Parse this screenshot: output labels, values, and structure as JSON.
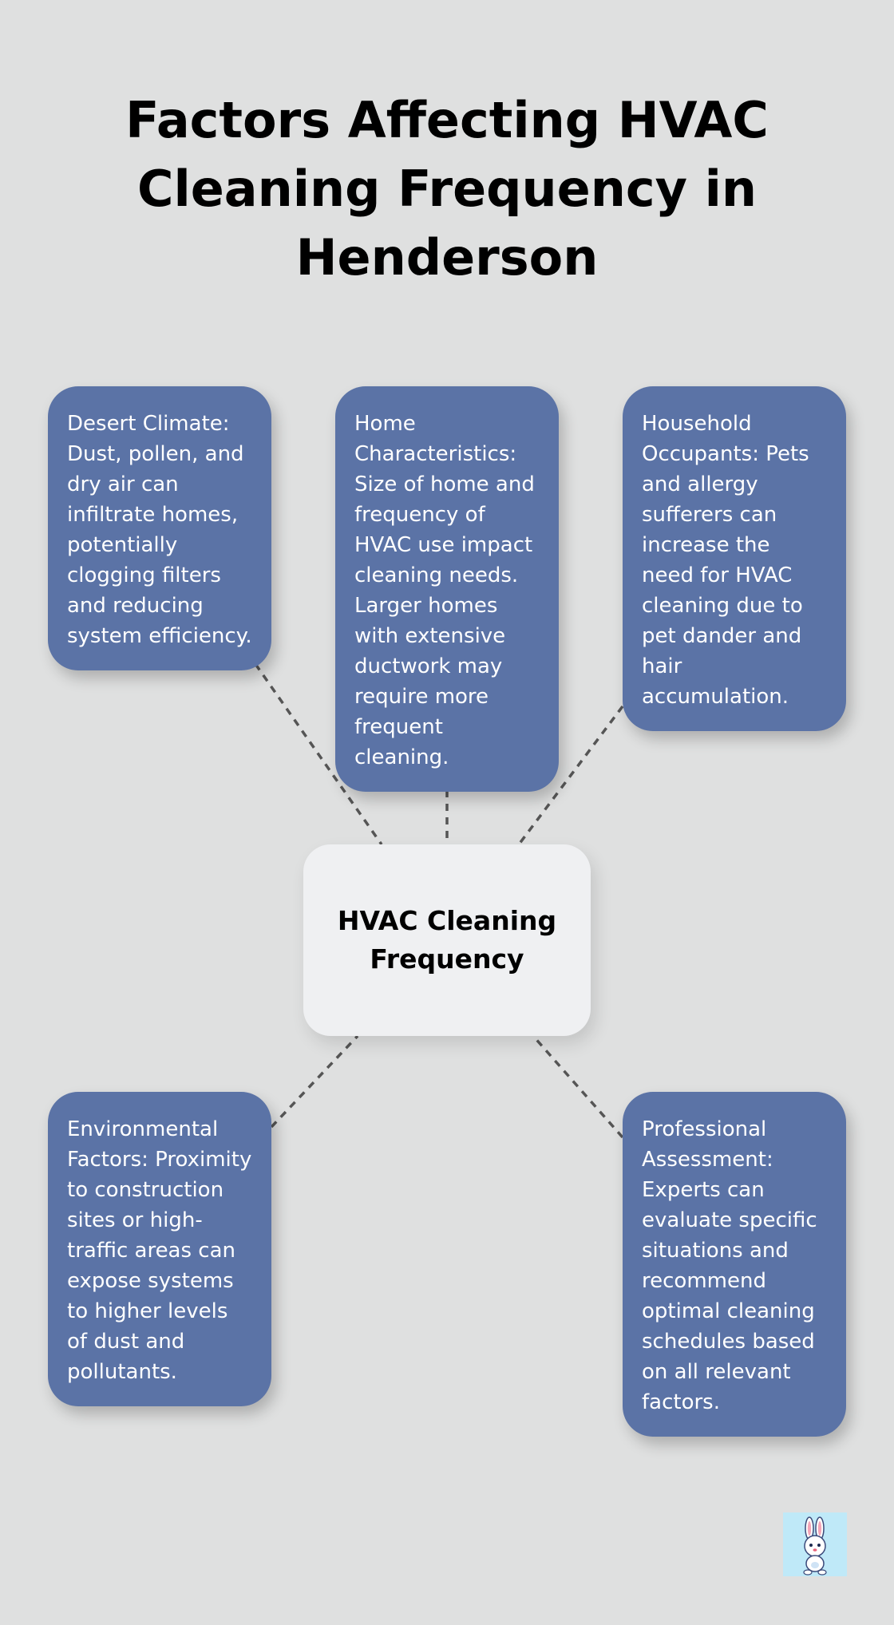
{
  "title": "Factors Affecting HVAC Cleaning Frequency in Henderson",
  "center": {
    "label": "HVAC Cleaning Frequency"
  },
  "factors": [
    {
      "text": "Desert Climate: Dust, pollen, and dry air can infiltrate homes, potentially clogging filters and reducing system efficiency."
    },
    {
      "text": "Home Characteristics: Size of home and frequency of HVAC use impact cleaning needs. Larger homes with extensive ductwork may require more frequent cleaning."
    },
    {
      "text": "Household Occupants: Pets and allergy sufferers can increase the need for HVAC cleaning due to pet dander and hair accumulation."
    },
    {
      "text": "Environmental Factors: Proximity to construction sites or high-traffic areas can expose systems to higher levels of dust and pollutants."
    },
    {
      "text": "Professional Assessment: Experts can evaluate specific situations and recommend optimal cleaning schedules based on all relevant factors."
    }
  ],
  "colors": {
    "background": "#dfe0e0",
    "factor_box": "#5b73a6",
    "center_box": "#eff0f2",
    "connector": "#555555"
  },
  "logo": {
    "icon": "rabbit-mascot-icon"
  }
}
